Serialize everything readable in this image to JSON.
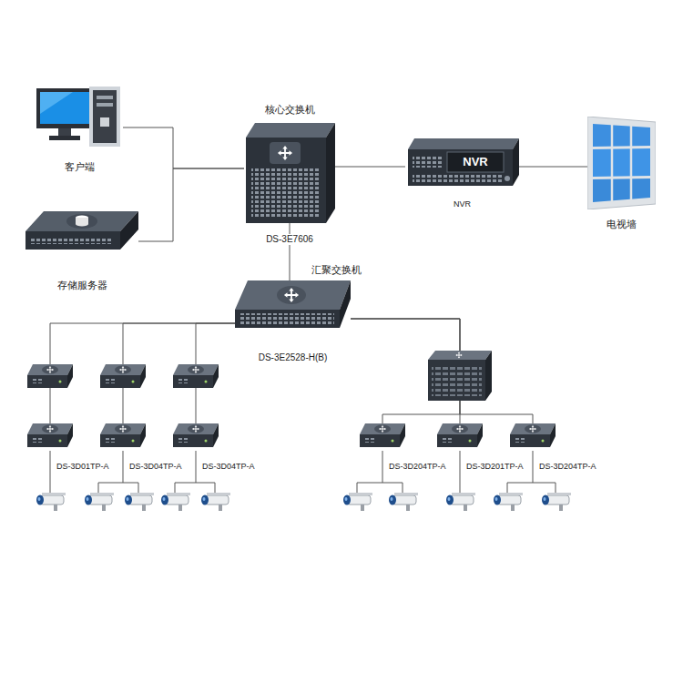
{
  "diagram": {
    "nodes": [
      {
        "text": [
          "客户端"
        ]
      },
      {
        "text": [
          "存储服务器"
        ]
      },
      {
        "text": [
          "核心交换机",
          "DS-3E7606"
        ]
      },
      {
        "text": [
          "NVR",
          "NVR"
        ]
      },
      {
        "text": [
          "电视墙"
        ]
      },
      {
        "text": [
          "汇聚交换机",
          "DS-3E2528-H(B)"
        ]
      },
      {
        "text": [
          "DS-3D01TP-A"
        ]
      },
      {
        "text": [
          "DS-3D04TP-A"
        ]
      },
      {
        "text": [
          "DS-3D04TP-A"
        ]
      },
      {
        "text": [
          "DS-3D204TP-A"
        ]
      },
      {
        "text": [
          "DS-3D201TP-A"
        ]
      },
      {
        "text": [
          "DS-3D204TP-A"
        ]
      }
    ],
    "edges": [
      {
        "from": 0,
        "to": 2,
        "arrow": "none"
      },
      {
        "from": 1,
        "to": 2,
        "arrow": "none"
      },
      {
        "from": 2,
        "to": 3,
        "arrow": "none"
      },
      {
        "from": 3,
        "to": 4,
        "arrow": "none"
      },
      {
        "from": 2,
        "to": 5,
        "arrow": "none"
      },
      {
        "from": 5,
        "to": 6,
        "arrow": "none"
      },
      {
        "from": 5,
        "to": 7,
        "arrow": "none"
      },
      {
        "from": 5,
        "to": 8,
        "arrow": "none"
      },
      {
        "from": 5,
        "to": 9,
        "arrow": "none"
      },
      {
        "from": 5,
        "to": 10,
        "arrow": "none"
      },
      {
        "from": 5,
        "to": 11,
        "arrow": "none"
      }
    ]
  }
}
